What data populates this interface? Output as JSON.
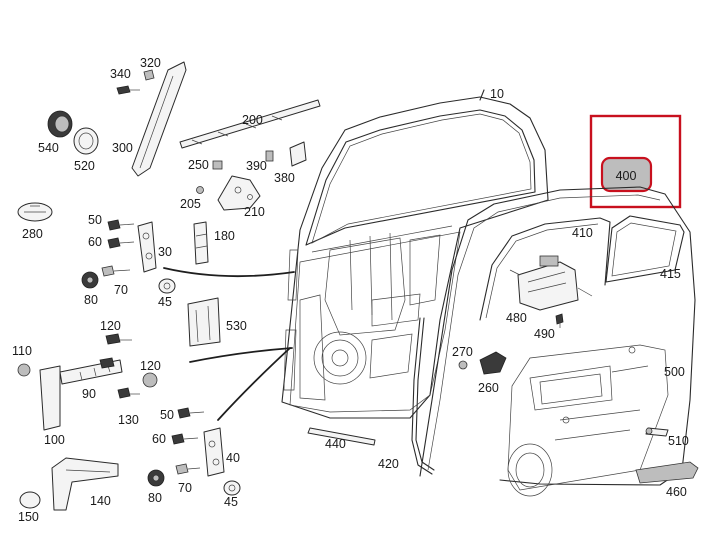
{
  "colors": {
    "highlight": "#c8101e",
    "badge_fill": "#bdbdbd",
    "line": "#2b2b2b"
  },
  "highlighted_part": "400",
  "labels": {
    "p10": "10",
    "p30a": "30",
    "p40a": "40",
    "p45a": "45",
    "p45b": "45",
    "p50a": "50",
    "p50b": "50",
    "p60a": "60",
    "p60b": "60",
    "p70a": "70",
    "p70b": "70",
    "p80a": "80",
    "p80b": "80",
    "p90": "90",
    "p100": "100",
    "p110": "110",
    "p120a": "120",
    "p120b": "120",
    "p130": "130",
    "p140": "140",
    "p150": "150",
    "p180": "180",
    "p200": "200",
    "p205": "205",
    "p210": "210",
    "p250": "250",
    "p260": "260",
    "p270": "270",
    "p280": "280",
    "p300": "300",
    "p320": "320",
    "p340": "340",
    "p380": "380",
    "p390": "390",
    "p400": "400",
    "p410": "410",
    "p415": "415",
    "p420": "420",
    "p440": "440",
    "p460": "460",
    "p480": "480",
    "p490": "490",
    "p500": "500",
    "p510": "510",
    "p520": "520",
    "p530": "530",
    "p540": "540"
  }
}
